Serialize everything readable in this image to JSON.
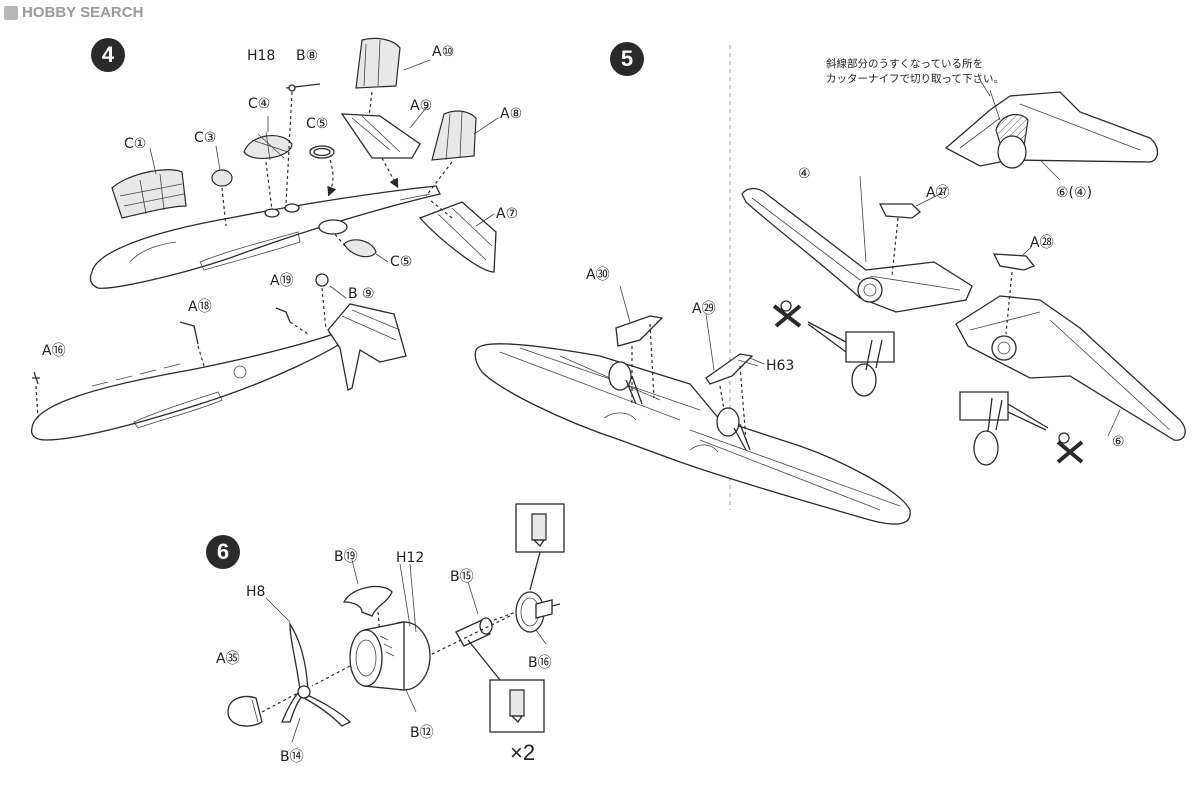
{
  "watermark": {
    "text": "HOBBY SEARCH"
  },
  "steps": {
    "s4": "4",
    "s5": "5",
    "s6": "6"
  },
  "labels": {
    "H18": "H18",
    "B8": "B⑧",
    "A10": "A⑩",
    "C4": "C④",
    "C5a": "C⑤",
    "A9": "A⑨",
    "C1": "C①",
    "C3": "C③",
    "A8": "A⑧",
    "A7": "A⑦",
    "C5b": "C⑤",
    "A19": "A⑲",
    "B9": "B ⑨",
    "A18": "A⑱",
    "A16": "A⑯",
    "A27": "A㉗",
    "A28": "A㉘",
    "A30": "A㉚",
    "A29": "A㉙",
    "H63": "H63",
    "p4": "④",
    "p6": "⑥",
    "p6_4": "⑥(④)",
    "B19": "B⑲",
    "H12": "H12",
    "B15": "B⑮",
    "H8": "H8",
    "A35": "A㉟",
    "B16": "B⑯",
    "B12": "B⑫",
    "B14": "B⑭"
  },
  "note_lines": [
    "斜線部分のうすくなっている所を",
    "カッターナイフで切り取って下さい。"
  ],
  "multiplier": "×2",
  "icons": [
    "cement-tube-icon",
    "cross-out-icon",
    "arrow-icon"
  ]
}
